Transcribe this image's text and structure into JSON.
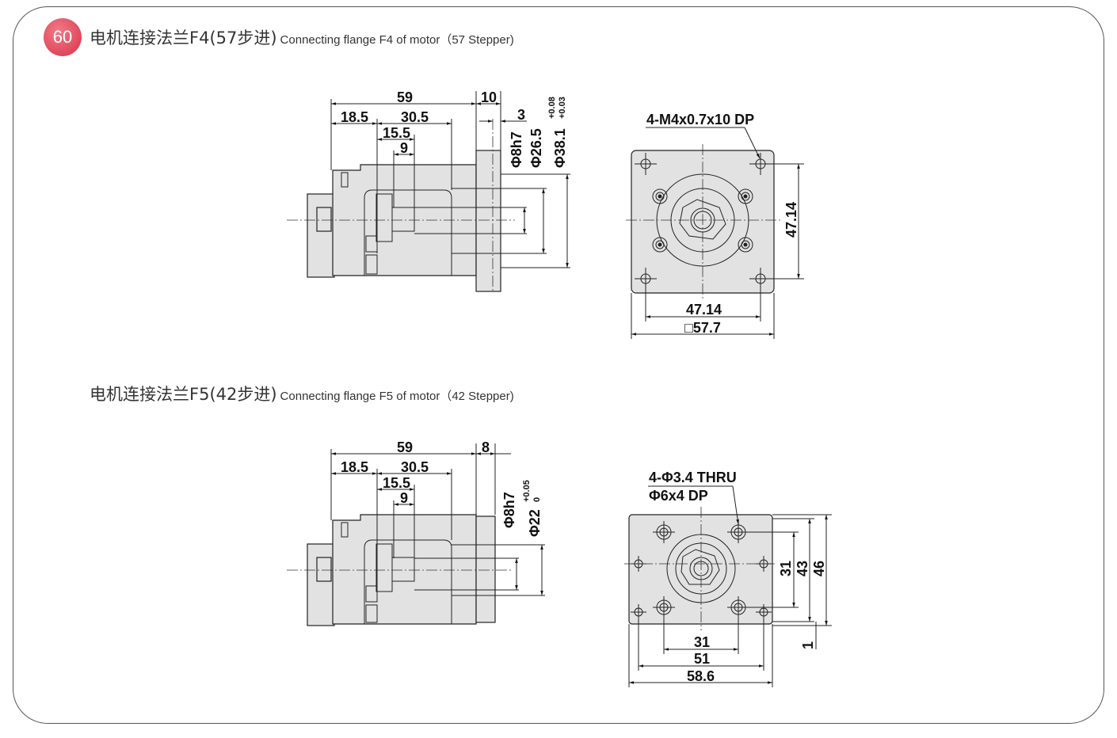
{
  "page": {
    "number": "60",
    "accent": "#e0485c"
  },
  "sections": [
    {
      "title_zh": "电机连接法兰F4(57步进)",
      "title_en": "Connecting flange F4 of motor（57 Stepper)",
      "side": {
        "d59": "59",
        "d10": "10",
        "d185": "18.5",
        "d305": "30.5",
        "d155": "15.5",
        "d9": "9",
        "d3": "3",
        "phi8": "Φ8h7",
        "phi265": "Φ26.5",
        "phi381": "Φ38.1",
        "tol_up": "+0.08",
        "tol_lo": "+0.03"
      },
      "front": {
        "note": "4-M4x0.7x10 DP",
        "v4714": "47.14",
        "h4714": "47.14",
        "sq": "□57.7"
      }
    },
    {
      "title_zh": "电机连接法兰F5(42步进)",
      "title_en": "Connecting flange F5 of motor（42 Stepper)",
      "side": {
        "d59": "59",
        "d8": "8",
        "d185": "18.5",
        "d305": "30.5",
        "d155": "15.5",
        "d9": "9",
        "phi8": "Φ8h7",
        "phi22": "Φ22",
        "tol_up": "+0.05",
        "tol_lo": "0"
      },
      "front": {
        "note1": "4-Φ3.4 THRU",
        "note2": "Φ6x4 DP",
        "v31": "31",
        "v43": "43",
        "v46": "46",
        "v1": "1",
        "h31": "31",
        "h51": "51",
        "h586": "58.6"
      }
    }
  ]
}
